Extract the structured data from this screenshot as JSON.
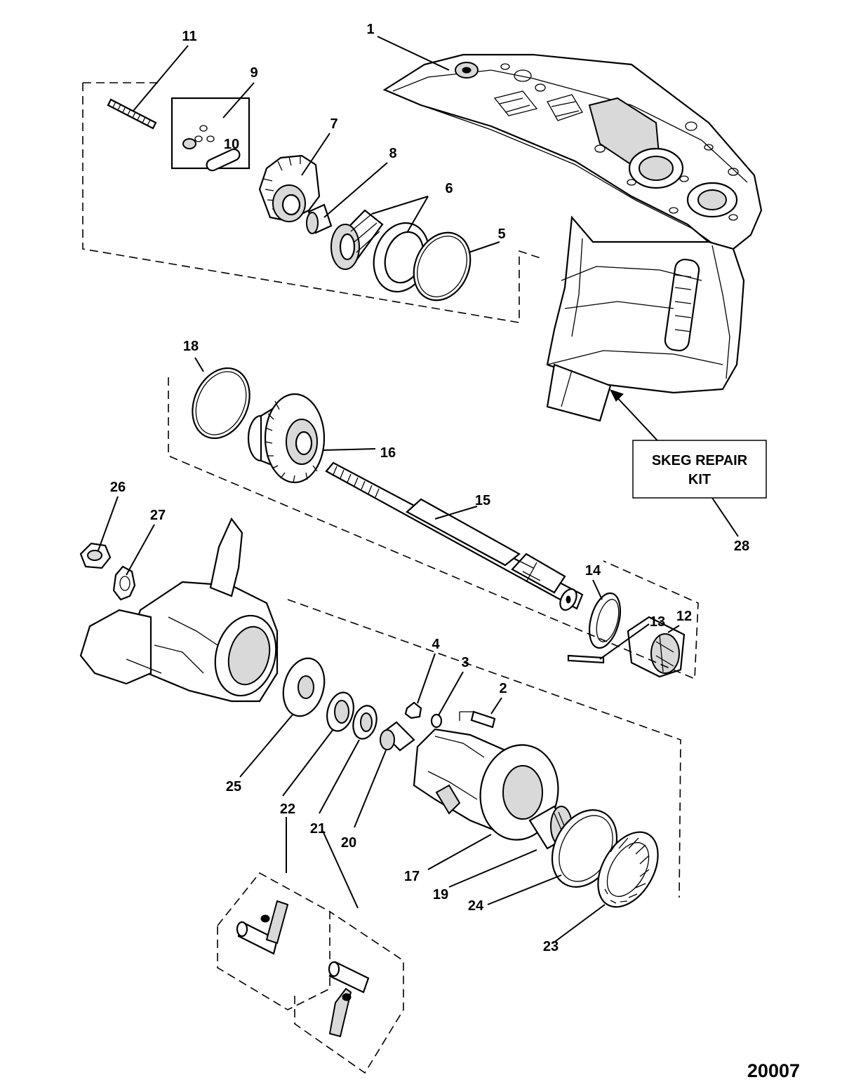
{
  "diagram": {
    "part_numbers": {
      "p1": "1",
      "p2": "2",
      "p3": "3",
      "p4": "4",
      "p5": "5",
      "p6": "6",
      "p7": "7",
      "p8": "8",
      "p9": "9",
      "p10": "10",
      "p11": "11",
      "p12": "12",
      "p13": "13",
      "p14": "14",
      "p15": "15",
      "p16": "16",
      "p17": "17",
      "p18": "18",
      "p19": "19",
      "p20": "20",
      "p21": "21",
      "p22": "22",
      "p23": "23",
      "p24": "24",
      "p25": "25",
      "p26": "26",
      "p27": "27",
      "p28": "28",
      "p21b": "21",
      "p22b": "22"
    },
    "kit_box": {
      "line1": "SKEG REPAIR",
      "line2": "KIT"
    },
    "reference_number": "20007"
  }
}
